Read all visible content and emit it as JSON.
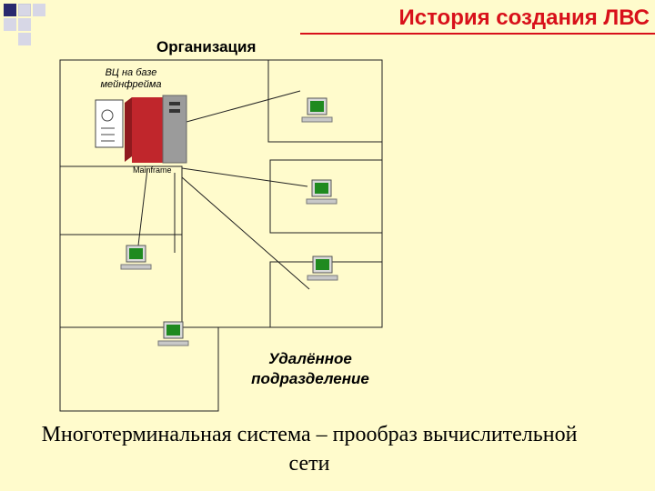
{
  "title": "История создания ЛВС",
  "diagram": {
    "organization_label": "Организация",
    "computing_center_label": "ВЦ на базе мейнфрейма",
    "mainframe_label": "Mainframe",
    "remote_division_label": "Удалённое подразделение",
    "terminal_count": 5
  },
  "caption": "Многотерминальная система – прообраз вычислительной сети",
  "colors": {
    "title": "#d8101a",
    "background": "#fffbcc",
    "deco_squares": "#2a2a6e",
    "terminal_screen": "#1f8a1f",
    "mainframe_red": "#c0262c"
  }
}
